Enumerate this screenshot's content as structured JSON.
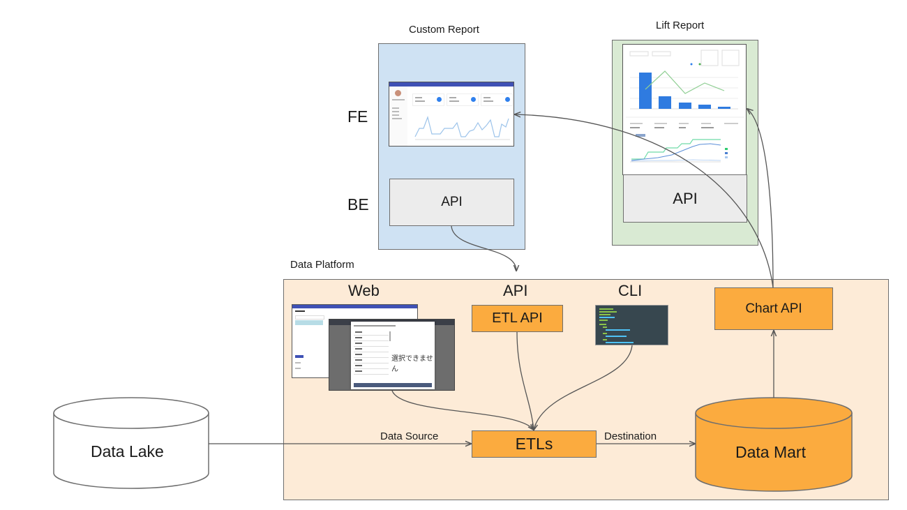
{
  "diagram": {
    "custom_report": {
      "title": "Custom Report",
      "fe_label": "FE",
      "be_label": "BE",
      "api_label": "API",
      "bg_color": "#cfe2f3"
    },
    "lift_report": {
      "title": "Lift Report",
      "api_label": "API",
      "bg_color": "#d9ead3"
    },
    "data_platform": {
      "title": "Data Platform",
      "bg_color": "#fdebd7",
      "web_label": "Web",
      "api_label": "API",
      "cli_label": "CLI",
      "etl_api_label": "ETL API",
      "chart_api_label": "Chart API",
      "etls_label": "ETLs",
      "data_mart_label": "Data Mart",
      "web_dialog_message": "選択できません",
      "accent_color": "#fbab3f"
    },
    "data_lake": {
      "label": "Data Lake"
    },
    "edges": {
      "data_source_label": "Data Source",
      "destination_label": "Destination"
    }
  }
}
